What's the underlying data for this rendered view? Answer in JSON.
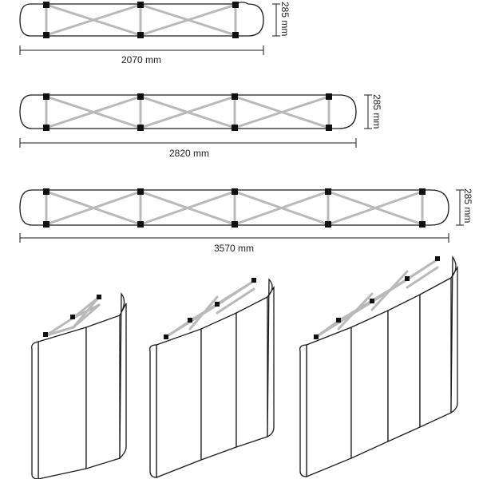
{
  "views": [
    {
      "id": "3x1",
      "width_label": "2070 mm",
      "depth_label": "285 mm",
      "frame_bays": 2,
      "panels": 2
    },
    {
      "id": "3x2",
      "width_label": "2820 mm",
      "depth_label": "285 mm",
      "frame_bays": 3,
      "panels": 3
    },
    {
      "id": "3x3",
      "width_label": "3570 mm",
      "depth_label": "285 mm",
      "frame_bays": 4,
      "panels": 4
    }
  ],
  "colors": {
    "outline": "#1a1a1a",
    "frame": "#b9b9b9",
    "joint": "#111111"
  }
}
